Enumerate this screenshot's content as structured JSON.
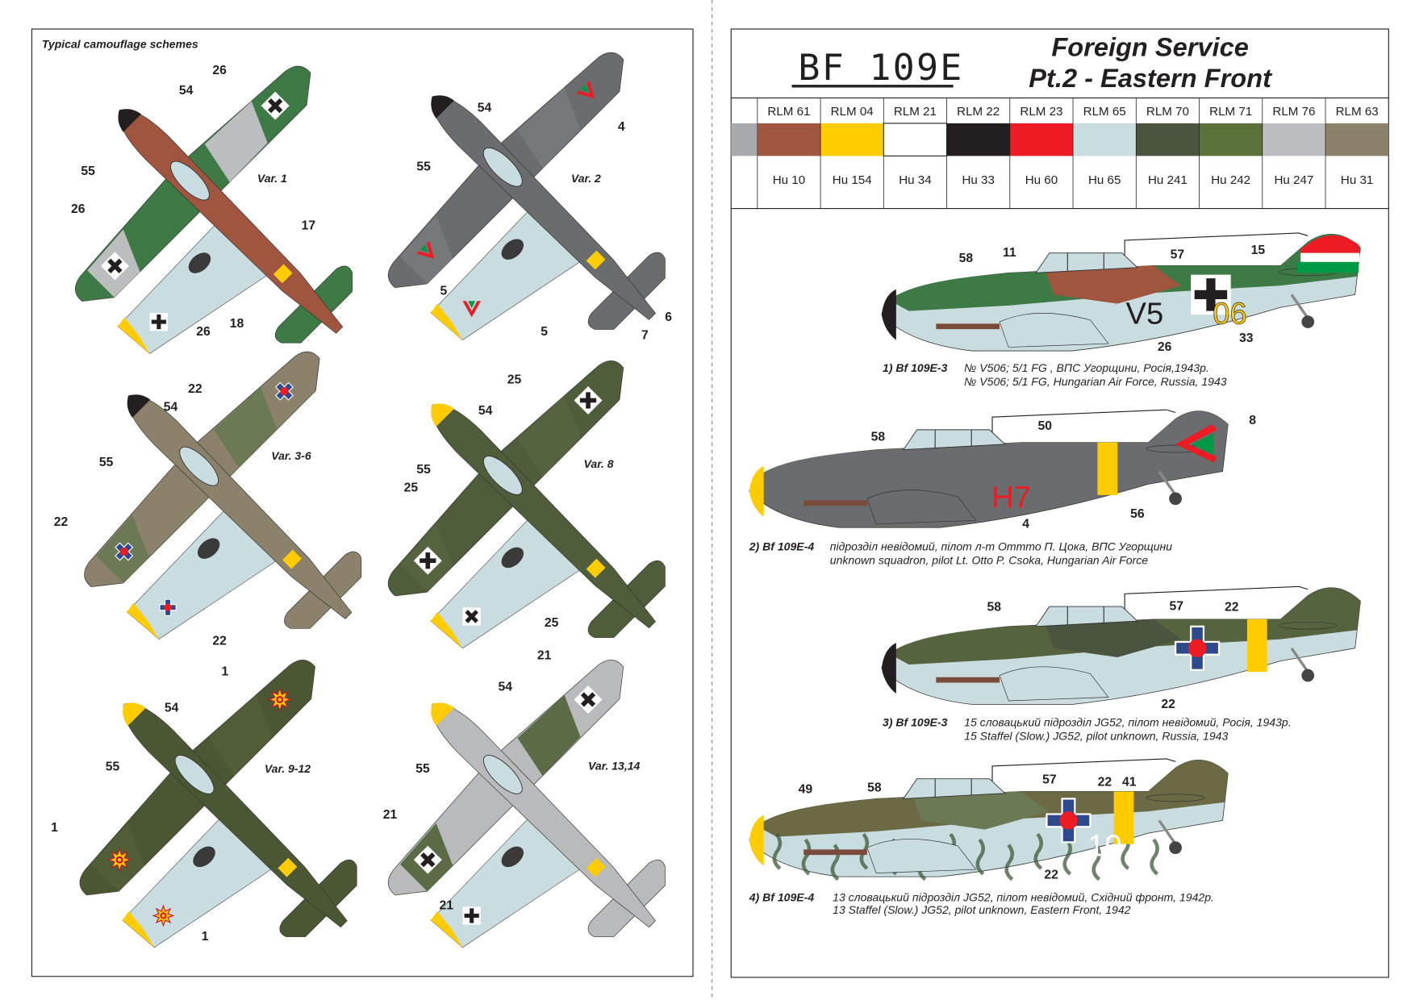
{
  "left_panel": {
    "title": "Typical camouflage schemes",
    "variants": [
      {
        "label": "Var. 1",
        "callouts": [
          "26",
          "54",
          "55",
          "26",
          "17",
          "18",
          "26"
        ]
      },
      {
        "label": "Var. 2",
        "callouts": [
          "54",
          "4",
          "55",
          "5",
          "5",
          "6",
          "7"
        ]
      },
      {
        "label": "Var. 3-6",
        "callouts": [
          "22",
          "54",
          "55",
          "22",
          "22"
        ]
      },
      {
        "label": "Var. 8",
        "callouts": [
          "25",
          "54",
          "55",
          "25",
          "25"
        ]
      },
      {
        "label": "Var. 9-12",
        "callouts": [
          "1",
          "54",
          "55",
          "1",
          "1"
        ]
      },
      {
        "label": "Var. 13,14",
        "callouts": [
          "21",
          "54",
          "55",
          "21",
          "21"
        ]
      }
    ]
  },
  "header": {
    "logo": "BF 109E",
    "title_line1": "Foreign Service",
    "title_line2": "Pt.2 - Eastern Front"
  },
  "paint_table": {
    "columns": [
      {
        "rlm": "RLM 61",
        "hu": "Hu 10",
        "color": "#a0553f"
      },
      {
        "rlm": "RLM 04",
        "hu": "Hu 154",
        "color": "#ffcc00"
      },
      {
        "rlm": "RLM 21",
        "hu": "Hu 34",
        "color": "#ffffff"
      },
      {
        "rlm": "RLM 22",
        "hu": "Hu 33",
        "color": "#231f20"
      },
      {
        "rlm": "RLM 23",
        "hu": "Hu 60",
        "color": "#ed1c24"
      },
      {
        "rlm": "RLM 65",
        "hu": "Hu 65",
        "color": "#c9dde0"
      },
      {
        "rlm": "RLM 70",
        "hu": "Hu 241",
        "color": "#4a543e"
      },
      {
        "rlm": "RLM 71",
        "hu": "Hu 242",
        "color": "#5a713a"
      },
      {
        "rlm": "RLM 76",
        "hu": "Hu 247",
        "color": "#bbbdbf"
      },
      {
        "rlm": "RLM 63",
        "hu": "Hu 31",
        "color": "#8c816b"
      }
    ]
  },
  "profiles": [
    {
      "number": "1) Bf 109E-3",
      "caption_ua": "№ V506; 5/1 FG , ВПС Угорщини, Росія,1943р.",
      "caption_en": "№ V506; 5/1 FG, Hungarian Air Force, Russia, 1943",
      "markings": [
        "V5",
        "06"
      ],
      "callouts": [
        "58",
        "11",
        "57",
        "15",
        "26",
        "33"
      ]
    },
    {
      "number": "2) Bf 109E-4",
      "caption_ua": "підрозділ невідомий, пілот л-т Оттто П. Цока, ВПС Угорщини",
      "caption_en": "unknown squadron, pilot Lt. Otto P. Csoka, Hungarian Air Force",
      "markings": [
        "H7"
      ],
      "callouts": [
        "58",
        "50",
        "8",
        "4",
        "56"
      ]
    },
    {
      "number": "3) Bf 109E-3",
      "caption_ua": "15 словацький підрозділ JG52, пілот невідомий, Росія, 1943р.",
      "caption_en": "15 Staffel (Slow.) JG52, pilot unknown, Russia, 1943",
      "markings": [],
      "callouts": [
        "58",
        "57",
        "22",
        "22"
      ]
    },
    {
      "number": "4) Bf 109E-4",
      "caption_ua": "13 словацький підрозділ JG52, пілот невідомий, Східний фронт, 1942р.",
      "caption_en": "13 Staffel (Slow.) JG52, pilot unknown, Eastern Front, 1942",
      "markings": [
        "10"
      ],
      "callouts": [
        "49",
        "58",
        "57",
        "22",
        "41",
        "22"
      ]
    }
  ],
  "colors": {
    "panel_border": "#231f20",
    "side_gray": "#a7a9ac"
  }
}
